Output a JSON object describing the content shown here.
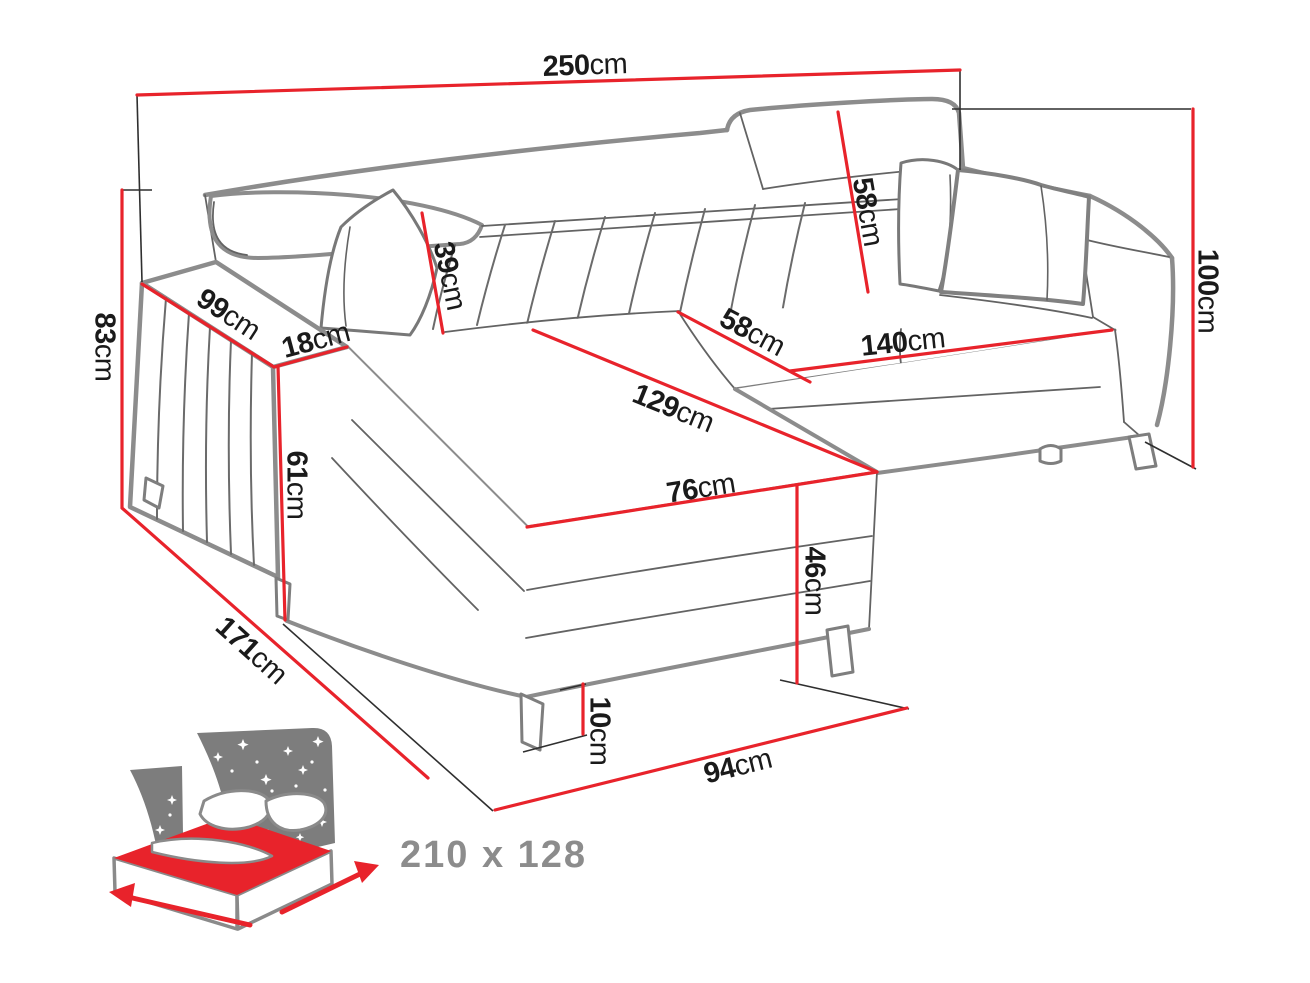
{
  "diagram": {
    "type": "corner-sofa-dimension-diagram",
    "unit": "cm",
    "dimensions": {
      "total_width": {
        "value": "250",
        "unit": "cm"
      },
      "overall_height": {
        "value": "100",
        "unit": "cm"
      },
      "side_height": {
        "value": "83",
        "unit": "cm"
      },
      "armrest_length": {
        "value": "99",
        "unit": "cm"
      },
      "armrest_width": {
        "value": "18",
        "unit": "cm"
      },
      "backrest_cushion_height": {
        "value": "39",
        "unit": "cm"
      },
      "headrest_height": {
        "value": "58",
        "unit": "cm"
      },
      "seat_depth": {
        "value": "58",
        "unit": "cm"
      },
      "seat_width": {
        "value": "140",
        "unit": "cm"
      },
      "chaise_diagonal": {
        "value": "129",
        "unit": "cm"
      },
      "armrest_front_height": {
        "value": "61",
        "unit": "cm"
      },
      "chaise_front_width": {
        "value": "76",
        "unit": "cm"
      },
      "seat_height": {
        "value": "46",
        "unit": "cm"
      },
      "chaise_length": {
        "value": "171",
        "unit": "cm"
      },
      "leg_height": {
        "value": "10",
        "unit": "cm"
      },
      "bottom_edge_width": {
        "value": "94",
        "unit": "cm"
      }
    },
    "bed_icon": {
      "size_label": "210 x 128"
    },
    "colors": {
      "dimension_red": "#e8232b",
      "outline_gray": "#8c8c8c",
      "detail_gray": "#636363",
      "icon_gray": "#7d7d7d",
      "text_black": "#1a1a1a",
      "bed_label_gray": "#8c8c8c"
    }
  }
}
